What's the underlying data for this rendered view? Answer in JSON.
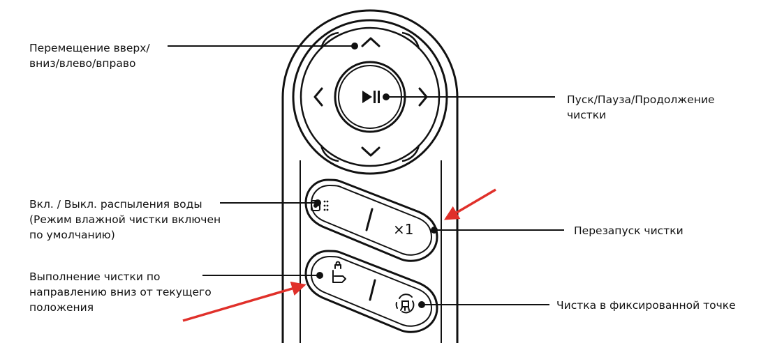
{
  "labels": {
    "navigation": "Перемещение вверх/\nвниз/влево/вправо",
    "play_pause": "Пуск/Пауза/Продолжение\nчистки",
    "water_spray": "Вкл. / Выкл. распыления воды\n(Режим влажной чистки включен\nпо умолчанию)",
    "restart": "Перезапуск чистки",
    "clean_down": "Выполнение чистки по\nнаправлению вниз от текущего\nположения",
    "spot_clean": "Чистка в фиксированной точке"
  },
  "remote": {
    "restart_button_text": "×1"
  },
  "icons": {
    "up": "chevron-up-icon",
    "down": "chevron-down-icon",
    "left": "chevron-left-icon",
    "right": "chevron-right-icon",
    "play_pause": "play-pause-icon",
    "water_spray": "water-spray-icon",
    "clean_down": "clean-down-icon",
    "spot": "spot-clean-icon"
  },
  "colors": {
    "outline": "#111111",
    "arrow": "#e0302a",
    "background": "#ffffff"
  }
}
